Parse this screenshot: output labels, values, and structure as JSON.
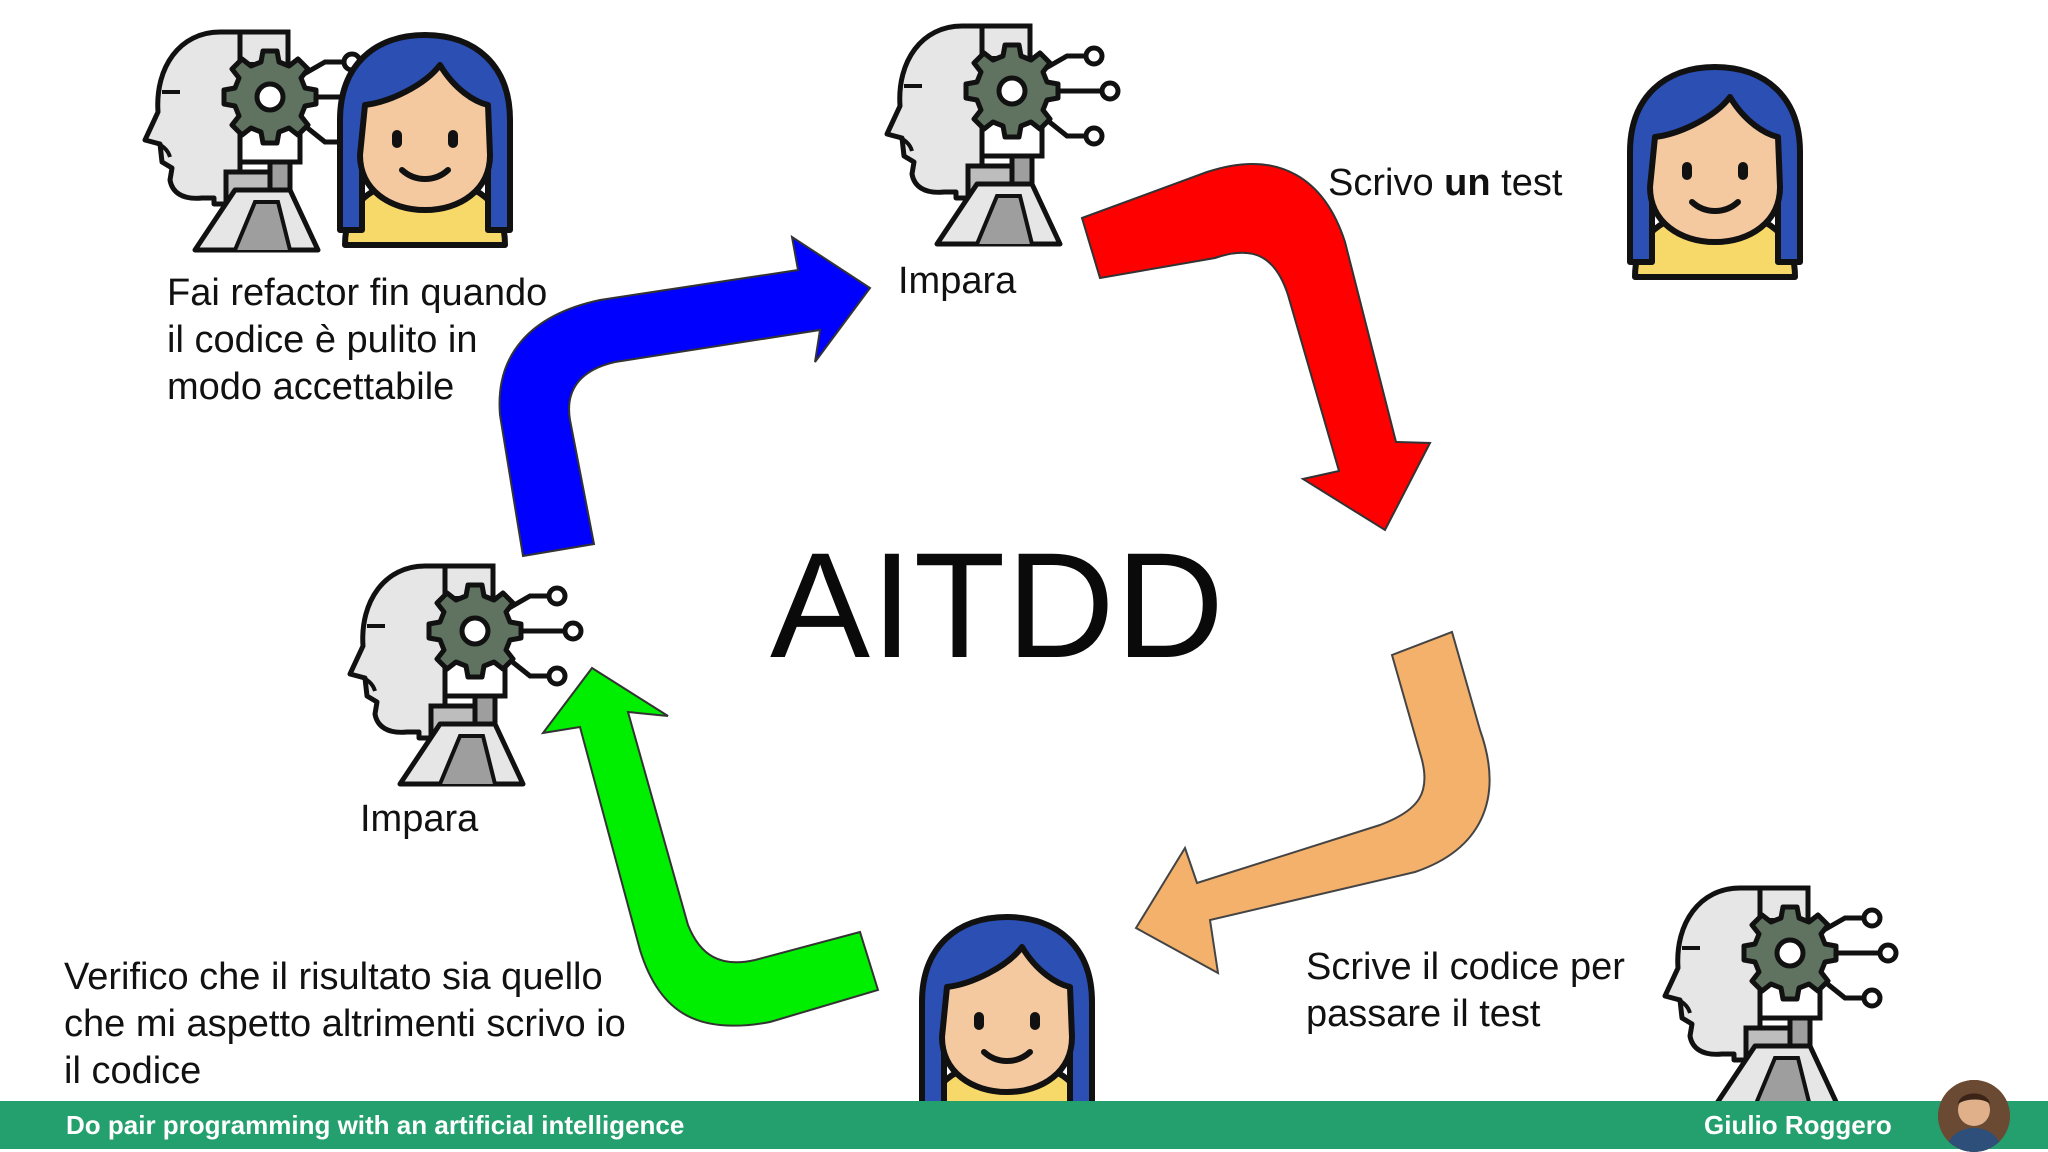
{
  "diagram": {
    "center_title": "AITDD",
    "steps": {
      "write_test_pre": "Scrivo ",
      "write_test_bold": "un",
      "write_test_post": " test",
      "learn_top": "Impara",
      "write_code_line1": "Scrive il codice per",
      "write_code_line2": "passare il test",
      "verify_line1": "Verifico che il risultato sia quello",
      "verify_line2": "che mi aspetto altrimenti scrivo io",
      "verify_line3": "il codice",
      "learn_left": "Impara",
      "refactor_line1": "Fai refactor fin quando",
      "refactor_line2": "il codice è pulito in",
      "refactor_line3": "modo accettabile"
    },
    "arrow_colors": {
      "red": "#ff0000",
      "orange": "#f4b16c",
      "green": "#00ee00",
      "blue": "#0000ff"
    },
    "icons": [
      "robot-human-icon",
      "developer-icon"
    ]
  },
  "footer": {
    "left_text": "Do pair programming with an artificial intelligence",
    "right_text": "Giulio Roggero",
    "bar_color": "#23a06e"
  }
}
